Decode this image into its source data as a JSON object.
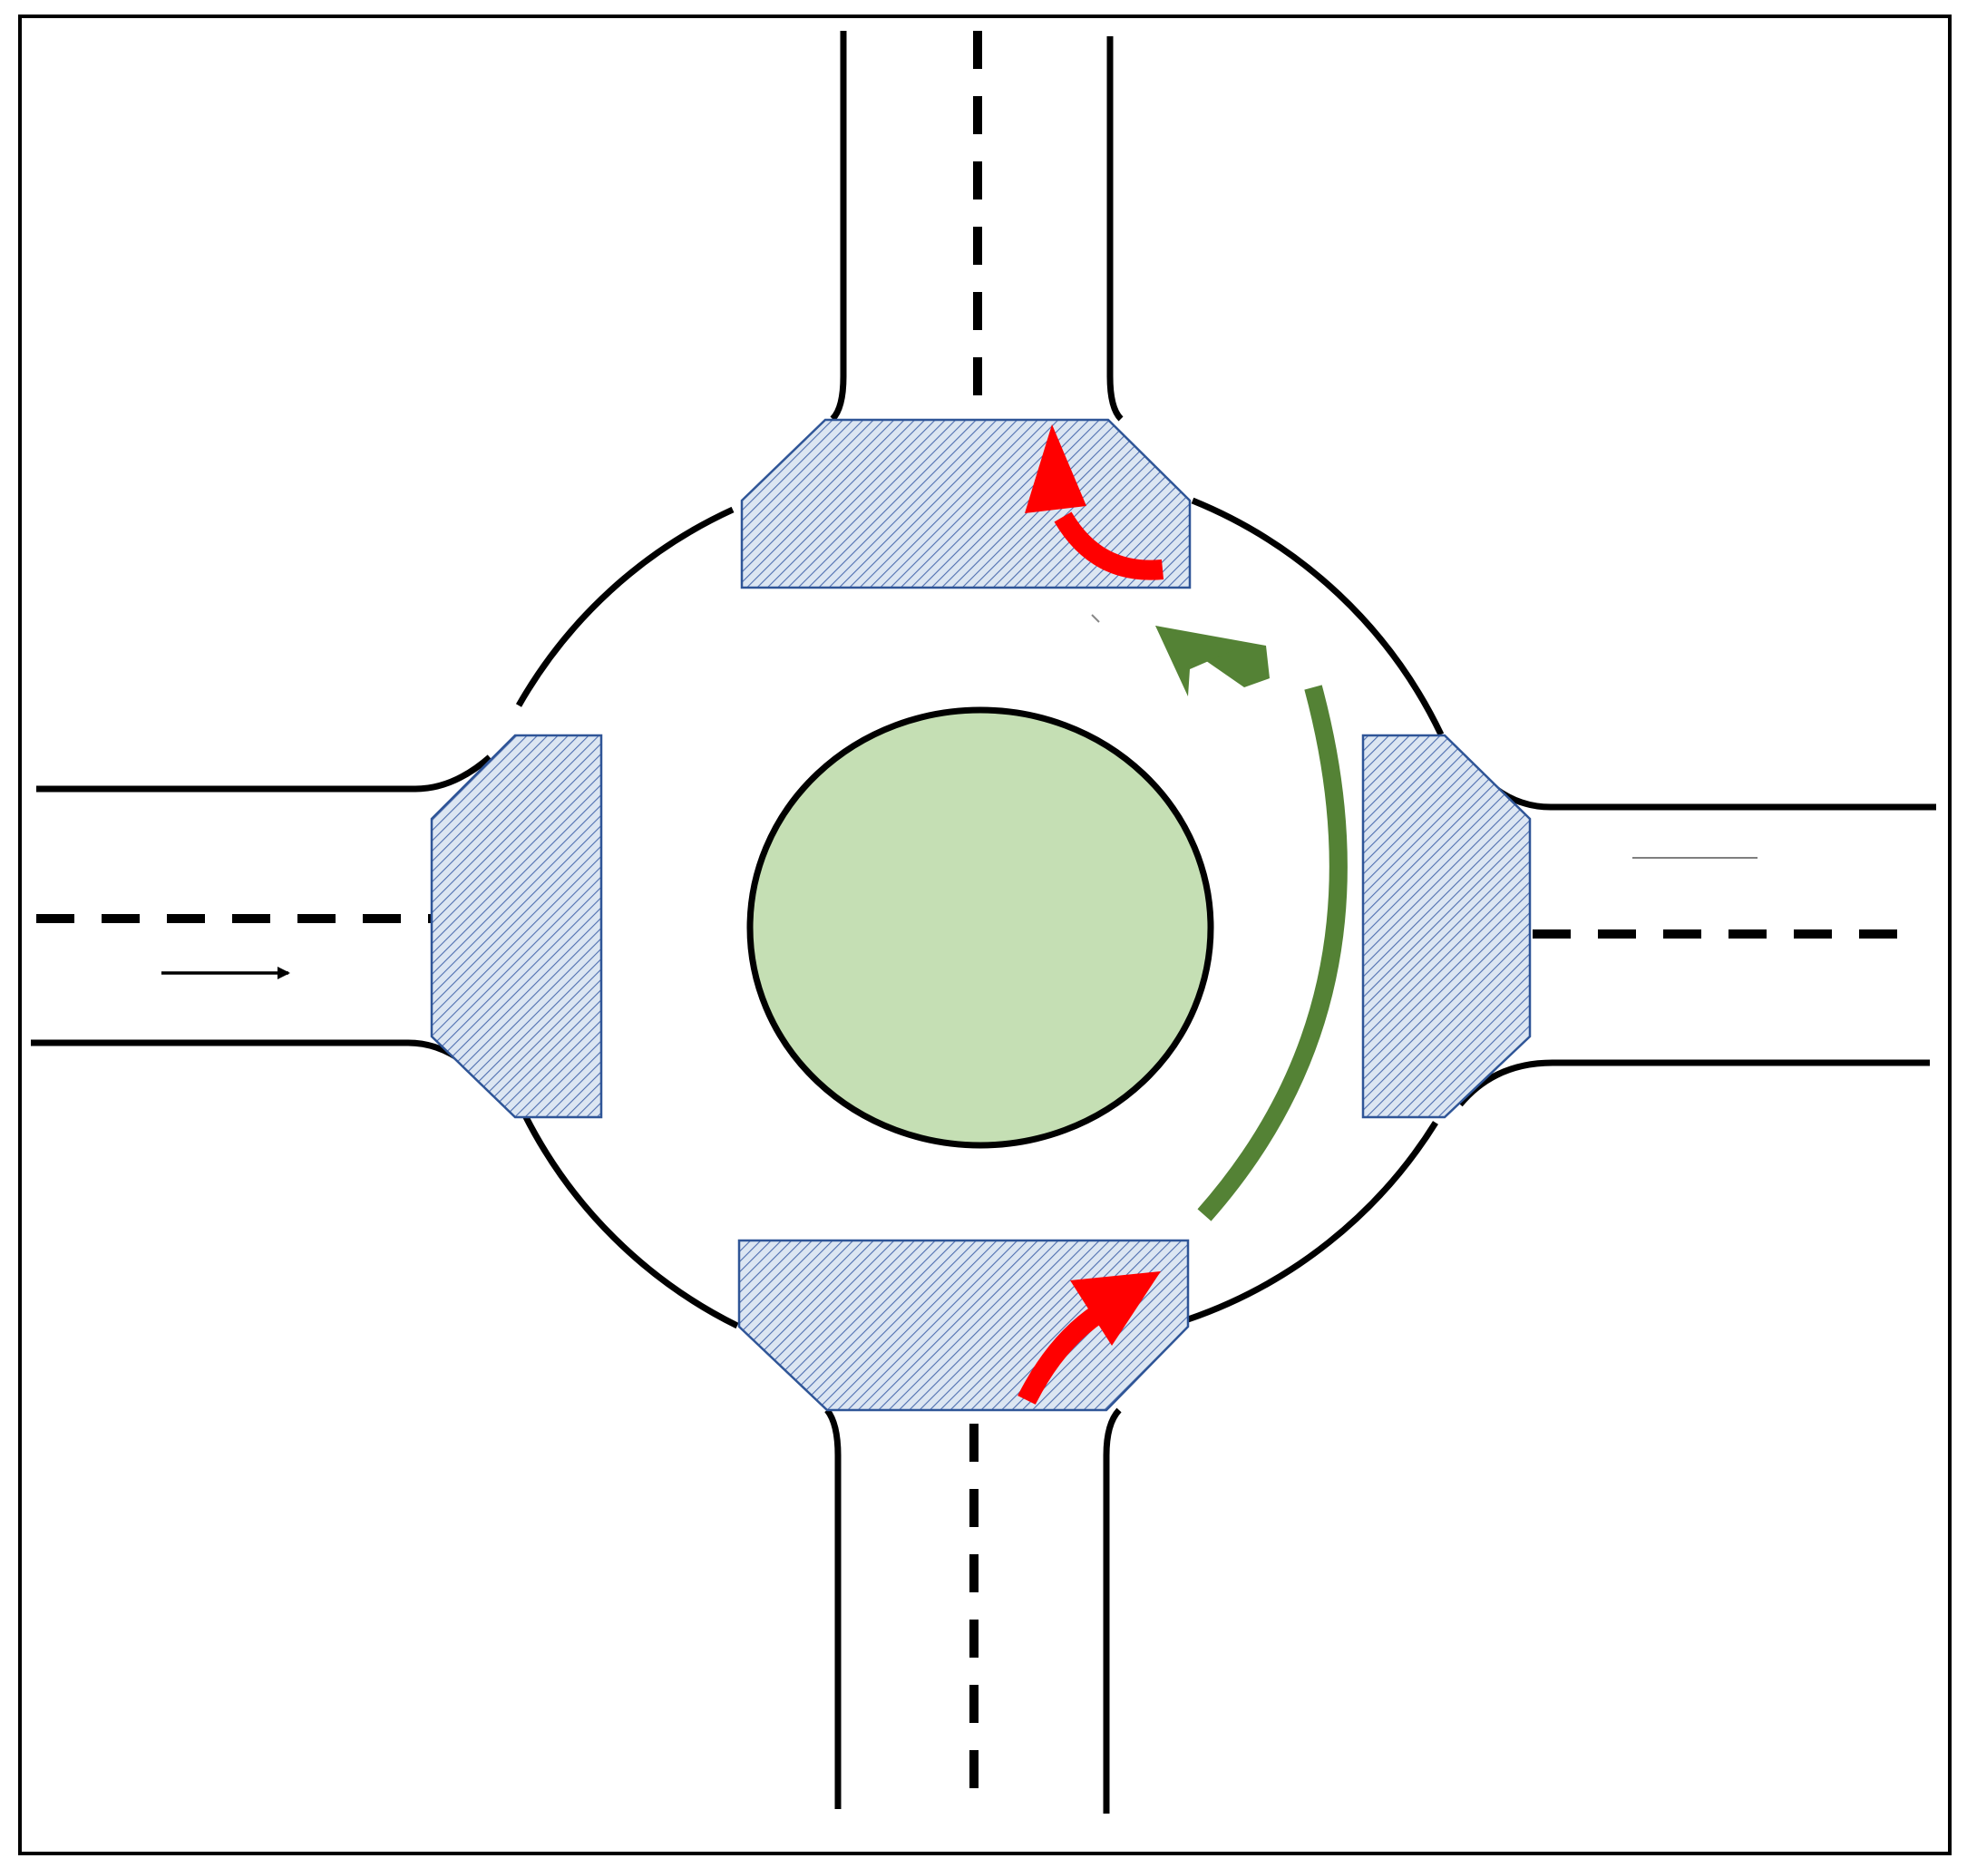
{
  "diagram": {
    "colors": {
      "background": "#ffffff",
      "road_edge": "#000000",
      "lane_marking": "#000000",
      "central_island_fill": "#c5dfb4",
      "central_island_stroke": "#000000",
      "zone_fill": "#dce6f2",
      "zone_hatch": "#4f6fb0",
      "zone_stroke": "#2f5597",
      "merge_arrow": "#ff0000",
      "circulation_arrow": "#548235"
    },
    "elements": {
      "central_island": "central-island",
      "zones": [
        "north-zone",
        "east-zone",
        "south-zone",
        "west-zone"
      ],
      "merge_arrows": [
        "north-exit-arrow",
        "south-entry-arrow"
      ],
      "circulation_arrow": "circulation-arrow"
    }
  }
}
